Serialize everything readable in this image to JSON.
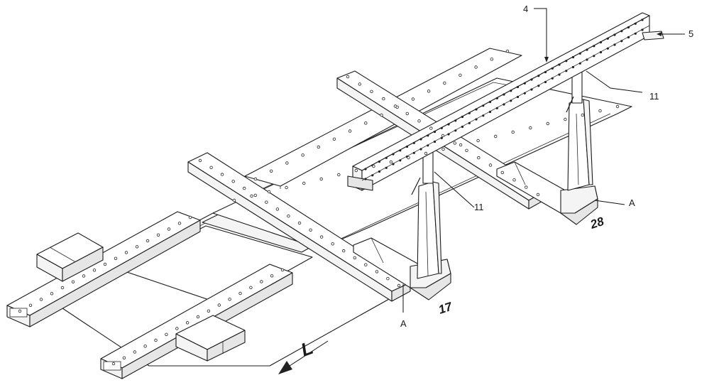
{
  "labels": {
    "beam_4": "4",
    "bracket_5": "5",
    "stand_11_upper": "11",
    "stand_11_lower": "11",
    "section_a_right": "A",
    "section_a_left": "A",
    "base_28": "28",
    "base_17": "17",
    "direction_l": "L"
  }
}
